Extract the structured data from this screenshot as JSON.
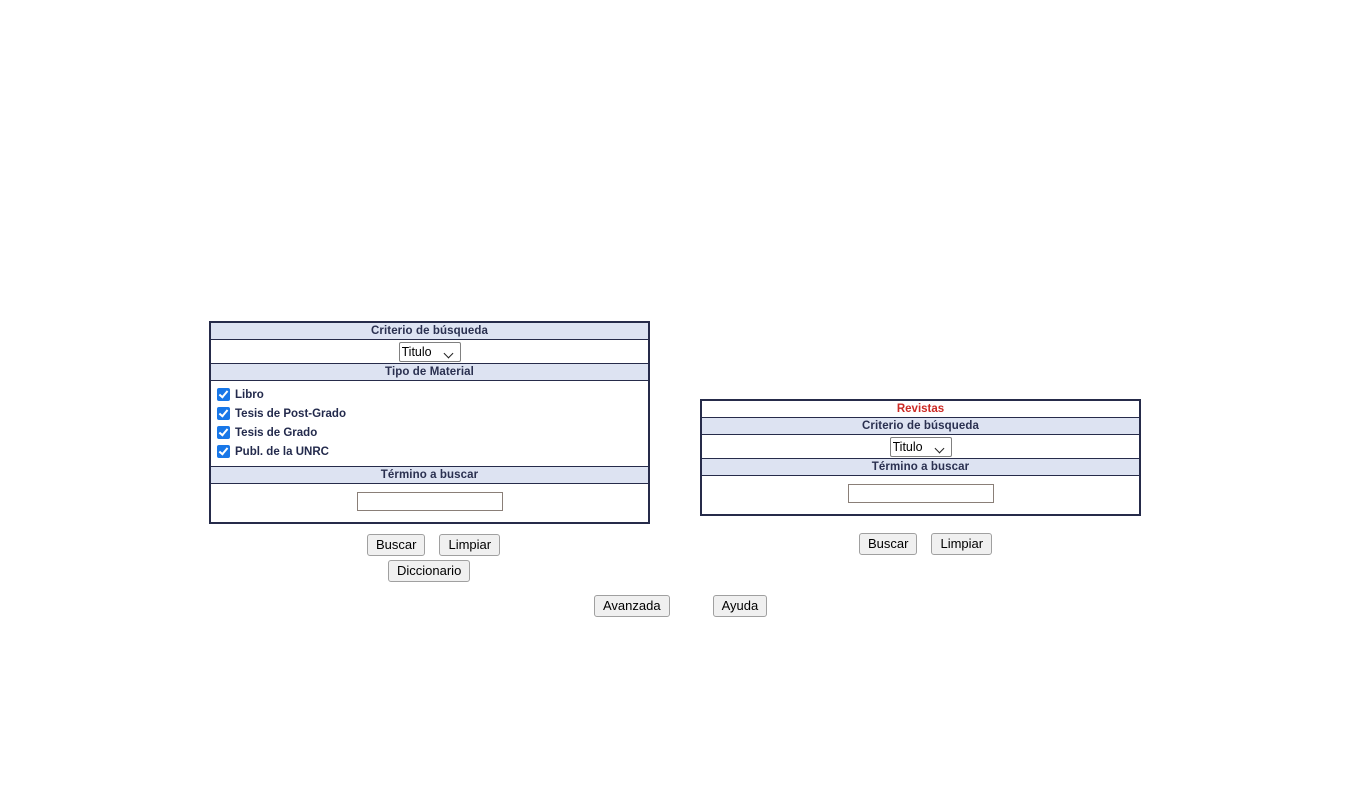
{
  "books_panel": {
    "criteria_header": "Criterio de búsqueda",
    "criteria_selected": "Titulo",
    "criteria_options": [
      "Titulo"
    ],
    "material_header": "Tipo de Material",
    "materials": [
      {
        "label": "Libro",
        "checked": true
      },
      {
        "label": "Tesis de Post-Grado",
        "checked": true
      },
      {
        "label": "Tesis de Grado",
        "checked": true
      },
      {
        "label": "Publ. de la UNRC",
        "checked": true
      }
    ],
    "term_header": "Término a buscar",
    "term_value": "",
    "term_placeholder": "",
    "buttons": {
      "search": "Buscar",
      "clear": "Limpiar",
      "dictionary": "Diccionario"
    }
  },
  "journals_panel": {
    "title": "Revistas",
    "criteria_header": "Criterio de búsqueda",
    "criteria_selected": "Titulo",
    "criteria_options": [
      "Titulo"
    ],
    "term_header": "Término a buscar",
    "term_value": "",
    "term_placeholder": "",
    "buttons": {
      "search": "Buscar",
      "clear": "Limpiar"
    }
  },
  "footer": {
    "advanced": "Avanzada",
    "help": "Ayuda"
  },
  "colors": {
    "header_bg": "#dde3f2",
    "border": "#262b4a",
    "header_text": "#2a3050",
    "title_text": "#cc2a25",
    "checkbox": "#1877e8",
    "label_text": "#232a4c"
  }
}
